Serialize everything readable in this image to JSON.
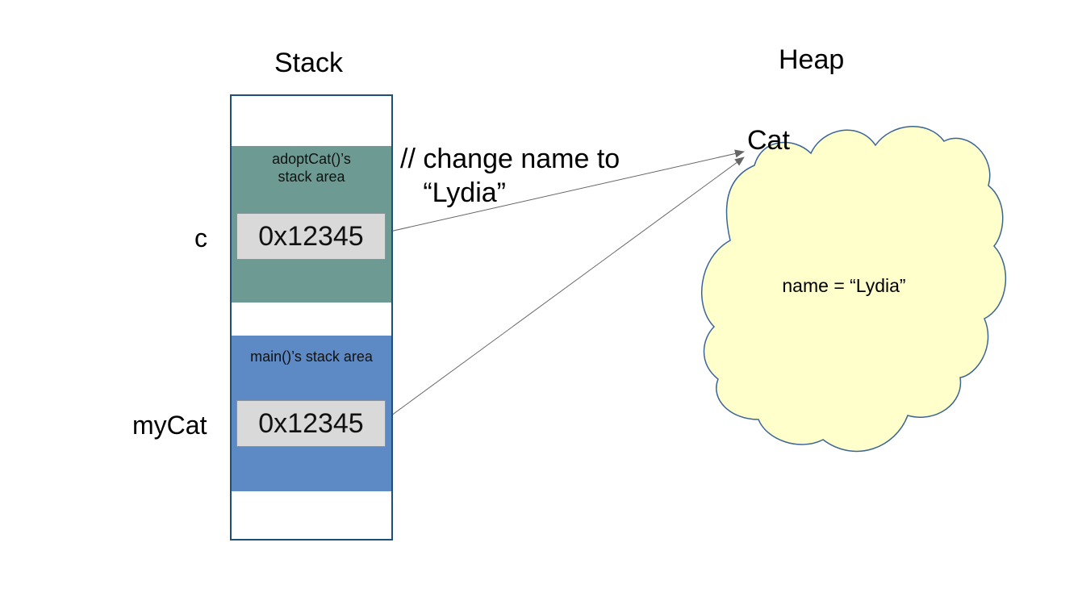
{
  "stack": {
    "title": "Stack",
    "frames": [
      {
        "label": "adoptCat()’s\nstack area",
        "variable": "c",
        "value": "0x12345"
      },
      {
        "label": "main()’s stack area",
        "variable": "myCat",
        "value": "0x12345"
      }
    ]
  },
  "heap": {
    "title": "Heap",
    "object": {
      "class_label": "Cat",
      "field": "name = “Lydia”"
    }
  },
  "annotation": {
    "comment": "// change name to\n   “Lydia”"
  },
  "colors": {
    "adopt_frame": "#6d9b94",
    "main_frame": "#5d8ac4",
    "ref_box": "#d9d9d9",
    "cloud_fill": "#ffffcc",
    "cloud_stroke": "#3b6596",
    "arrow": "#666666"
  }
}
